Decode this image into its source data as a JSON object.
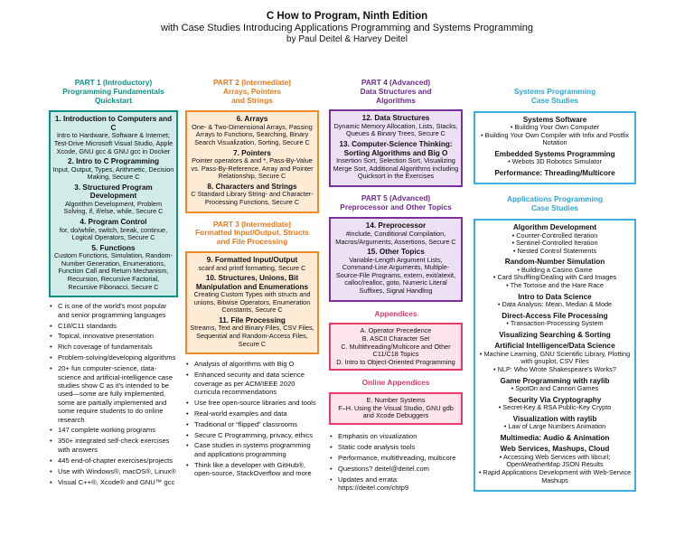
{
  "header": {
    "title": "C How to Program, Ninth Edition",
    "subtitle": "with Case Studies Introducing Applications Programming and Systems Programming",
    "authors": "by Paul Deitel & Harvey Deitel"
  },
  "part1": {
    "heading": [
      "PART 1 (Introductory)",
      "Programming Fundamentals",
      "Quickstart"
    ],
    "sections": [
      {
        "title": "1. Introduction to Computers and C",
        "body": "Intro to Hardware, Software & Internet; Test-Drive Microsoft Visual Studio, Apple Xcode, GNU gcc & GNU gcc in Docker"
      },
      {
        "title": "2. Intro to C Programming",
        "body": "Input, Output, Types, Arithmetic, Decision Making, Secure C"
      },
      {
        "title": "3. Structured Program Development",
        "body": "Algorithm Development, Problem Solving, if, if/else, while, Secure C"
      },
      {
        "title": "4. Program Control",
        "body": "for, do/while, switch, break, continue, Logical Operators, Secure C"
      },
      {
        "title": "5. Functions",
        "body": "Custom Functions, Simulation, Random-Number Generation, Enumerations, Function Call and Return Mechanism, Recursion, Recursive Factorial, Recursive Fibonacci, Secure C"
      }
    ],
    "bullets": [
      "C is one of the world's most popular and senior programming languages",
      "C18/C11 standards",
      "Topical, innovative presentation",
      "Rich coverage of fundamentals",
      "Problem-solving/developing algorithms",
      "20+ fun computer-science, data-science and artificial-intelligence case studies show C as it's intended to be used—some are fully implemented, some are partially implemented and some require students to do online research",
      "147 complete working programs",
      "350+ integrated self-check exercises with answers",
      "445 end-of-chapter exercises/projects",
      "Use with Windows®, macOS®, Linux®",
      "Visual C++®, Xcode® and GNU™ gcc"
    ]
  },
  "part2": {
    "heading": [
      "PART 2 (Intermediate)",
      "Arrays, Pointers",
      "and Strings"
    ],
    "sections": [
      {
        "title": "6. Arrays",
        "body": "One- & Two-Dimensional Arrays, Passing Arrays to Functions, Searching, Binary Search Visualization, Sorting, Secure C"
      },
      {
        "title": "7. Pointers",
        "body": "Pointer operators & and *, Pass-By-Value vs. Pass-By-Reference, Array and Pointer Relationship, Secure C"
      },
      {
        "title": "8. Characters and Strings",
        "body": "C Standard Library String- and Character-Processing Functions, Secure C"
      }
    ]
  },
  "part3": {
    "heading": [
      "PART 3 (Intermediate)",
      "Formatted Input/Output, Structs",
      "and File Processing"
    ],
    "sections": [
      {
        "title": "9. Formatted Input/Output",
        "body": "scanf and printf formatting, Secure C"
      },
      {
        "title": "10. Structures, Unions, Bit Manipulation and Enumerations",
        "body": "Creating Custom Types with structs and unions, Bitwise Operators, Enumeration Constants, Secure C"
      },
      {
        "title": "11. File Processing",
        "body": "Streams, Text and Binary Files, CSV Files, Sequential and Random-Access Files, Secure C"
      }
    ],
    "bullets": [
      "Analysis of algorithms with Big O",
      "Enhanced security and data science coverage as per ACM/IEEE 2020 curricula recommendations",
      "Use free open-source libraries and tools",
      "Real-world examples and data",
      "Traditional or “flipped” classrooms",
      "Secure C Programming, privacy, ethics",
      "Case studies in systems programming and applications programming",
      "Think like a developer with GitHub®, open-source, StackOverflow and more"
    ]
  },
  "part4": {
    "heading": [
      "PART 4 (Advanced)",
      "Data Structures and",
      "Algorithms"
    ],
    "sections": [
      {
        "title": "12. Data Structures",
        "body": "Dynamic Memory Allocation, Lists, Stacks, Queues & Binary Trees, Secure C"
      },
      {
        "title": "13. Computer-Science Thinking: Sorting Algorithms and Big O",
        "body": "Insertion Sort, Selection Sort, Visualizing Merge Sort, Additional Algorithms including Quicksort in the Exercises"
      }
    ]
  },
  "part5": {
    "heading": [
      "PART 5 (Advanced)",
      "Preprocessor and Other Topics"
    ],
    "sections": [
      {
        "title": "14. Preprocessor",
        "body": "#include, Conditional Compilation, Macros/Arguments, Assertions, Secure C"
      },
      {
        "title": "15. Other Topics",
        "body": "Variable-Length Argument Lists, Command-Line Arguments, Multiple-Source-File Programs, extern, exit/atexit, calloc/realloc, goto, Numeric Literal Suffixes, Signal Handling"
      }
    ]
  },
  "appendices": {
    "heading": "Appendices",
    "items": [
      "A. Operator Precedence",
      "B. ASCII Character Set",
      "C. Multithreading/Multicore and Other C11/C18 Topics",
      "D. Intro to Object-Oriented Programming"
    ]
  },
  "online": {
    "heading": "Online Appendices",
    "items": [
      "E. Number Systems",
      "F–H. Using the Visual Studio, GNU gdb and Xcode Debuggers"
    ]
  },
  "col3bullets": [
    "Emphasis on visualization",
    "Static code analysis tools",
    "Performance, multithreading, multicore",
    "Questions? deitel@deitel.com",
    "Updates and errata: https://deitel.com/chtp9"
  ],
  "systems": {
    "heading": [
      "Systems Programming",
      "Case Studies"
    ],
    "groups": [
      {
        "title": "Systems Software",
        "items": [
          "• Building Your Own Computer",
          "• Building Your Own Compiler with Infix and Postfix Notation"
        ]
      },
      {
        "title": "Embedded Systems Programming",
        "items": [
          "• Webots 3D Robotics Simulator"
        ]
      },
      {
        "title": "Performance: Threading/Multicore",
        "items": []
      }
    ]
  },
  "apps": {
    "heading": [
      "Applications Programming",
      "Case Studies"
    ],
    "groups": [
      {
        "title": "Algorithm Development",
        "items": [
          "• Counter-Controlled Iteration",
          "• Sentinel-Controlled Iteration",
          "• Nested Control Statements"
        ]
      },
      {
        "title": "Random-Number Simulation",
        "items": [
          "• Building a Casino Game",
          "• Card Shuffling/Dealing with Card Images",
          "• The Tortoise and the Hare Race"
        ]
      },
      {
        "title": "Intro to Data Science",
        "items": [
          "• Data Analysis: Mean, Median & Mode"
        ]
      },
      {
        "title": "Direct-Access File Processing",
        "items": [
          "• Transaction-Processing System"
        ]
      },
      {
        "title": "Visualizing Searching & Sorting",
        "items": []
      },
      {
        "title": "Artificial Intelligence/Data Science",
        "items": [
          "• Machine Learning, GNU Scientific Library, Plotting with gnuplot, CSV Files",
          "• NLP: Who Wrote Shakespeare's Works?"
        ]
      },
      {
        "title": "Game Programming with raylib",
        "items": [
          "• SpotOn and Cannon Games"
        ]
      },
      {
        "title": "Security Via Cryptography",
        "items": [
          "• Secret-Key & RSA Public-Key Crypto"
        ]
      },
      {
        "title": "Visualization with raylib",
        "items": [
          "• Law of Large Numbers Animation"
        ]
      },
      {
        "title": "Multimedia: Audio & Animation",
        "items": []
      },
      {
        "title": "Web Services, Mashups, Cloud",
        "items": [
          "• Accessing Web Services with libcurl; OpenWeatherMap JSON Results",
          "• Rapid Applications Development with Web-Service Mashups"
        ]
      }
    ]
  }
}
